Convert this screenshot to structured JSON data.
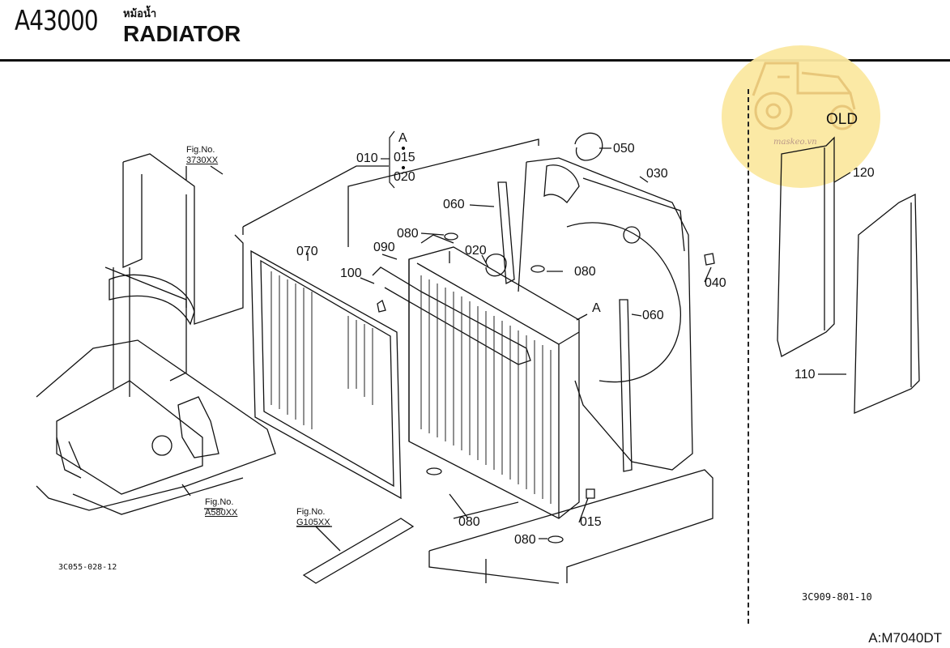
{
  "header": {
    "code": "A43000",
    "thai": "หม้อน้ำ",
    "title": "RADIATOR"
  },
  "watermark": {
    "text": "maskeo.vn",
    "old_label": "OLD",
    "icon": "tractor-icon"
  },
  "group_ref": {
    "main": "010",
    "subs": [
      "A",
      "015",
      "020"
    ]
  },
  "parts": {
    "p050": "050",
    "p030": "030",
    "p060a": "060",
    "p060b": "060",
    "p080a": "080",
    "p080b": "080",
    "p080c": "080",
    "p080d": "080",
    "p090": "090",
    "p020": "020",
    "p070": "070",
    "p100": "100",
    "p040": "040",
    "pA": "A",
    "p015": "015",
    "p120": "120",
    "p110": "110"
  },
  "fig_refs": [
    {
      "label": "Fig.No.",
      "no": "3730XX"
    },
    {
      "label": "Fig.No.",
      "no": "A580XX"
    },
    {
      "label": "Fig.No.",
      "no": "G105XX"
    }
  ],
  "diagram_codes": {
    "left": "3C055-028-12",
    "right": "3C909-801-10"
  },
  "model": "A:M7040DT"
}
